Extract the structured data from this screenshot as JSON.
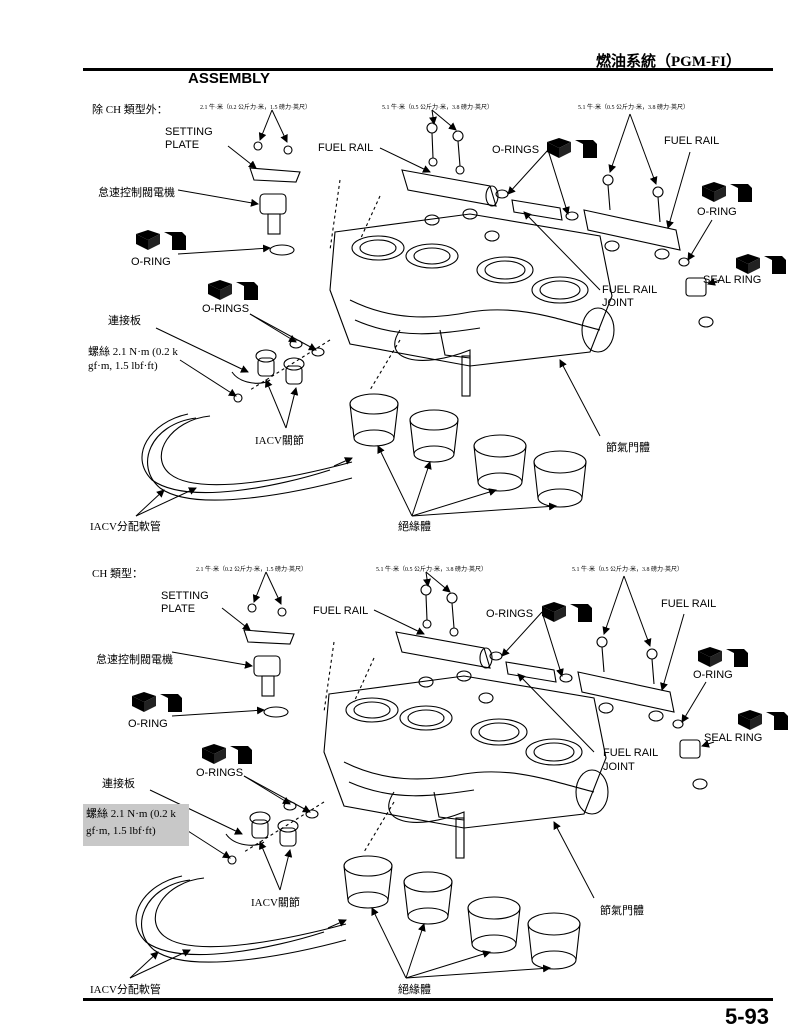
{
  "header": {
    "title": "燃油系統（PGM-FI）"
  },
  "section_title": "ASSEMBLY",
  "page_number": "5-93",
  "badge_icons": {
    "new": "NEW",
    "replace": "換"
  },
  "top": {
    "variant": "除 CH 類型外：",
    "torque_a": "2.1 牛·米（0.2 公斤力·米，1.5 磅力·英尺）",
    "torque_b": "5.1 牛·米（0.5 公斤力·米，3.8 磅力·英尺）",
    "torque_c": "5.1 牛·米（0.5 公斤力·米，3.8 磅力·英尺）",
    "setting_plate_1": "SETTING",
    "setting_plate_2": "PLATE",
    "motor": "怠速控制閥電機",
    "oring_left": "O-RING",
    "fuel_rail_left": "FUEL RAIL",
    "orings_top": "O-RINGS",
    "fuel_rail_right": "FUEL RAIL",
    "oring_right": "O-RING",
    "seal_ring": "SEAL RING",
    "joint_1": "FUEL RAIL",
    "joint_2": "JOINT",
    "orings_mid": "O-RINGS",
    "link_plate": "連接板",
    "screw_1": "螺絲 2.1 N·m (0.2 k",
    "screw_2": "gf·m, 1.5 lbf·ft)",
    "iacv_joint": "IACV關節",
    "throttle_body": "節氣門體",
    "iacv_hose": "IACV分配軟管",
    "insulator": "絕緣體"
  },
  "bottom": {
    "variant": "CH 類型：",
    "torque_a": "2.1 牛·米（0.2 公斤力·米，1.5 磅力·英尺）",
    "torque_b": "5.1 牛·米（0.5 公斤力·米，3.8 磅力·英尺）",
    "torque_c": "5.1 牛·米（0.5 公斤力·米，3.8 磅力·英尺）",
    "setting_plate_1": "SETTING",
    "setting_plate_2": "PLATE",
    "motor": "怠速控制閥電機",
    "oring_left": "O-RING",
    "fuel_rail_left": "FUEL RAIL",
    "orings_top": "O-RINGS",
    "fuel_rail_right": "FUEL RAIL",
    "oring_right": "O-RING",
    "seal_ring": "SEAL RING",
    "joint_1": "FUEL RAIL",
    "joint_2": "JOINT",
    "orings_mid": "O-RINGS",
    "link_plate": "連接板",
    "screw_1": "螺絲 2.1 N·m (0.2 k",
    "screw_2": "gf·m, 1.5 lbf·ft)",
    "iacv_joint": "IACV關節",
    "throttle_body": "節氣門體",
    "iacv_hose": "IACV分配軟管",
    "insulator": "絕緣體"
  }
}
